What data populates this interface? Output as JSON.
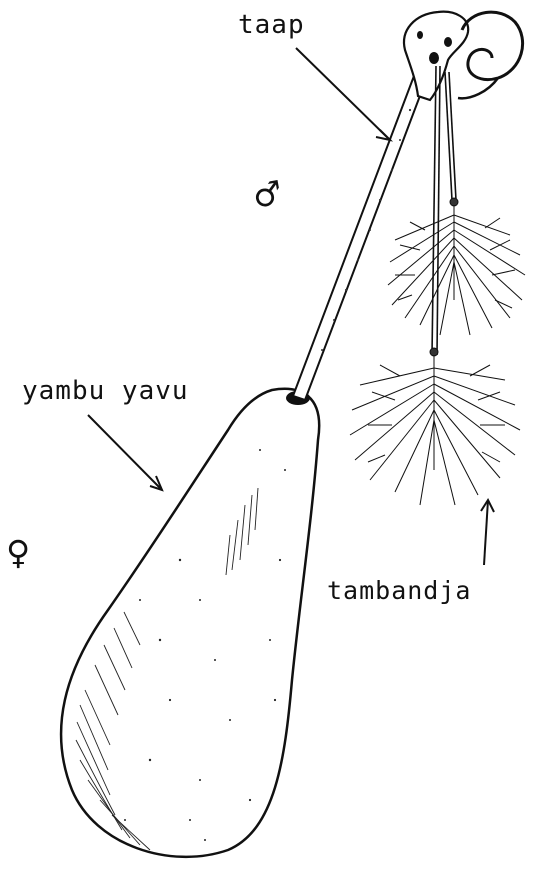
{
  "labels": {
    "taap": "taap",
    "yambu_yavu": "yambu yavu",
    "tambandja": "tambandja"
  },
  "symbols": {
    "male": "♂",
    "female": "♀"
  },
  "colors": {
    "ink": "#111111",
    "paper": "#ffffff"
  }
}
